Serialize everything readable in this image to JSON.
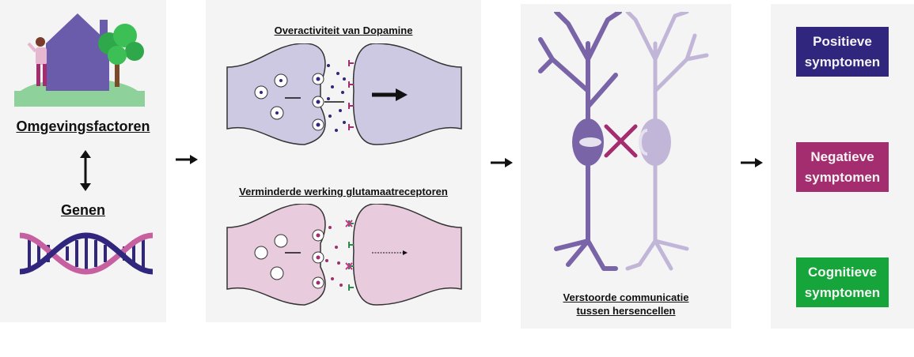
{
  "panel1": {
    "environment_label": "Omgevingsfactoren",
    "genes_label": "Genen"
  },
  "panel2": {
    "dopamine_title": "Overactiviteit van Dopamine",
    "glutamate_title": "Verminderde werking glutamaatreceptoren"
  },
  "panel3": {
    "caption_line1": "Verstoorde communicatie",
    "caption_line2": "tussen hersencellen"
  },
  "panel4": {
    "symptoms": [
      {
        "label_line1": "Positieve",
        "label_line2": "symptomen",
        "color": "#30267e"
      },
      {
        "label_line1": "Negatieve",
        "label_line2": "symptomen",
        "color": "#a32d6e"
      },
      {
        "label_line1": "Cognitieve",
        "label_line2": "symptomen",
        "color": "#15a53a"
      }
    ]
  },
  "colors": {
    "dopamine_fill": "#cdc9e2",
    "glutamate_fill": "#e8cbdc",
    "neuron_dark": "#7a64a8",
    "neuron_light": "#c2b6d8"
  }
}
